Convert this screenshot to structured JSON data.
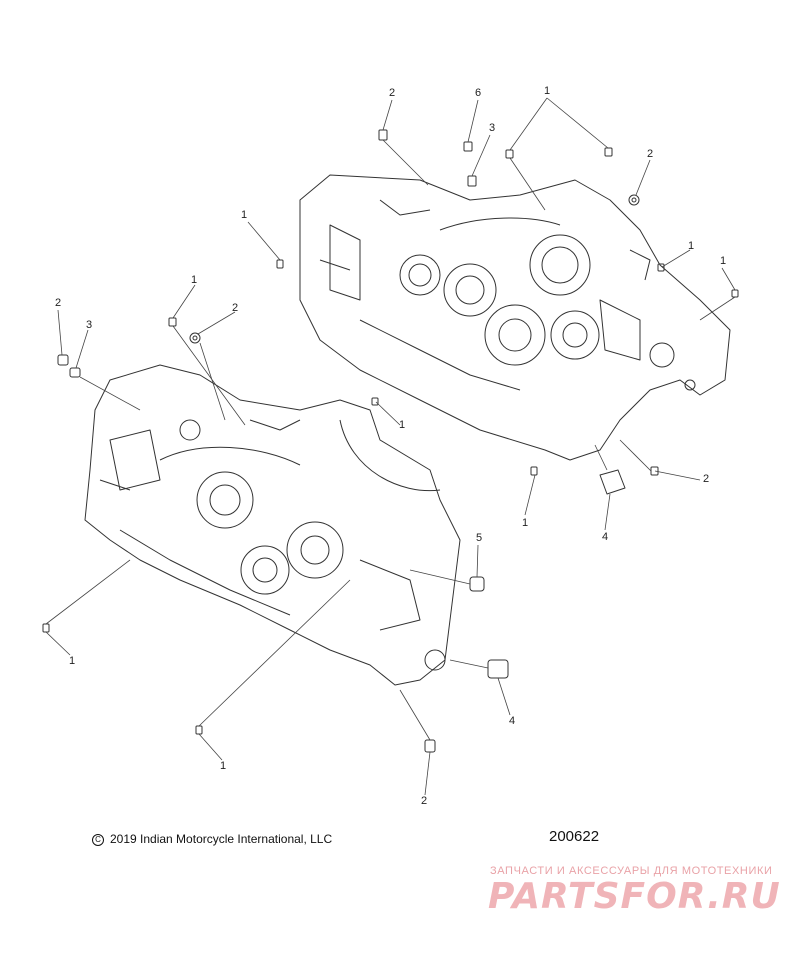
{
  "diagram": {
    "copyright_symbol": "C",
    "copyright_text": "2019 Indian Motorcycle International, LLC",
    "figure_number": "200622",
    "watermark_caption": "ЗАПЧАСТИ И АКСЕССУАРЫ ДЛЯ МОТОТЕХНИКИ",
    "watermark_logo": "PARTSFOR.RU",
    "colors": {
      "ink": "#222222",
      "watermark": "#f0b4b8",
      "background": "#ffffff"
    },
    "callouts": [
      {
        "label": "2"
      },
      {
        "label": "6"
      },
      {
        "label": "3"
      },
      {
        "label": "1"
      },
      {
        "label": "2"
      },
      {
        "label": "1"
      },
      {
        "label": "1"
      },
      {
        "label": "1"
      },
      {
        "label": "2"
      },
      {
        "label": "3"
      },
      {
        "label": "2"
      },
      {
        "label": "1"
      },
      {
        "label": "1"
      },
      {
        "label": "2"
      },
      {
        "label": "1"
      },
      {
        "label": "4"
      },
      {
        "label": "5"
      },
      {
        "label": "1"
      },
      {
        "label": "4"
      },
      {
        "label": "1"
      },
      {
        "label": "2"
      }
    ]
  }
}
